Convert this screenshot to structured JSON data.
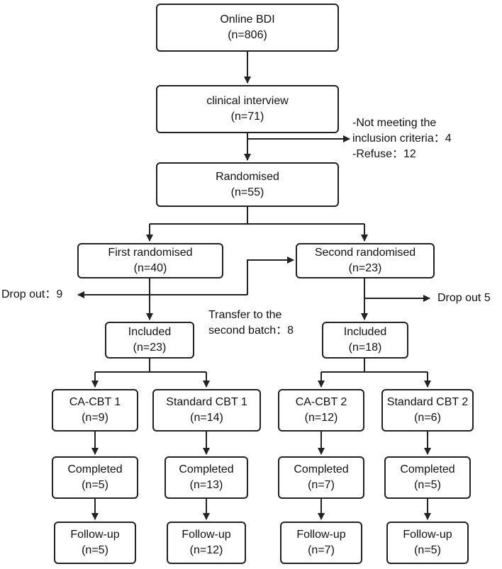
{
  "boxes": {
    "online_bdi": {
      "title": "Online BDI",
      "count": "(n=806)"
    },
    "clinical_interview": {
      "title": "clinical interview",
      "count": "(n=71)"
    },
    "randomised": {
      "title": "Randomised",
      "count": "(n=55)"
    },
    "first_randomised": {
      "title": "First randomised",
      "count": "(n=40)"
    },
    "second_randomised": {
      "title": "Second randomised",
      "count": "(n=23)"
    },
    "included_1": {
      "title": "Included",
      "count": "(n=23)"
    },
    "included_2": {
      "title": "Included",
      "count": "(n=18)"
    },
    "ca_cbt_1": {
      "title": "CA-CBT 1",
      "count": "(n=9)"
    },
    "standard_cbt_1": {
      "title": "Standard CBT 1",
      "count": "(n=14)"
    },
    "ca_cbt_2": {
      "title": "CA-CBT 2",
      "count": "(n=12)"
    },
    "standard_cbt_2": {
      "title": "Standard CBT 2",
      "count": "(n=6)"
    },
    "completed_ca_cbt_1": {
      "title": "Completed",
      "count": "(n=5)"
    },
    "completed_standard_cbt_1": {
      "title": "Completed",
      "count": "(n=13)"
    },
    "completed_ca_cbt_2": {
      "title": "Completed",
      "count": "(n=7)"
    },
    "completed_standard_cbt_2": {
      "title": "Completed",
      "count": "(n=5)"
    },
    "followup_ca_cbt_1": {
      "title": "Follow-up",
      "count": "(n=5)"
    },
    "followup_standard_cbt_1": {
      "title": "Follow-up",
      "count": "(n=12)"
    },
    "followup_ca_cbt_2": {
      "title": "Follow-up",
      "count": "(n=7)"
    },
    "followup_standard_cbt_2": {
      "title": "Follow-up",
      "count": "(n=5)"
    }
  },
  "notes": {
    "exclusion": {
      "line1": "-Not meeting the",
      "line2": "inclusion criteria：4",
      "line3": "-Refuse：12"
    },
    "drop_out_first": "Drop out：9",
    "drop_out_second": "Drop out 5",
    "transfer": {
      "line1": "Transfer to the",
      "line2": "second batch：8"
    }
  },
  "colors": {
    "stroke": "#222222",
    "text": "#111111"
  }
}
